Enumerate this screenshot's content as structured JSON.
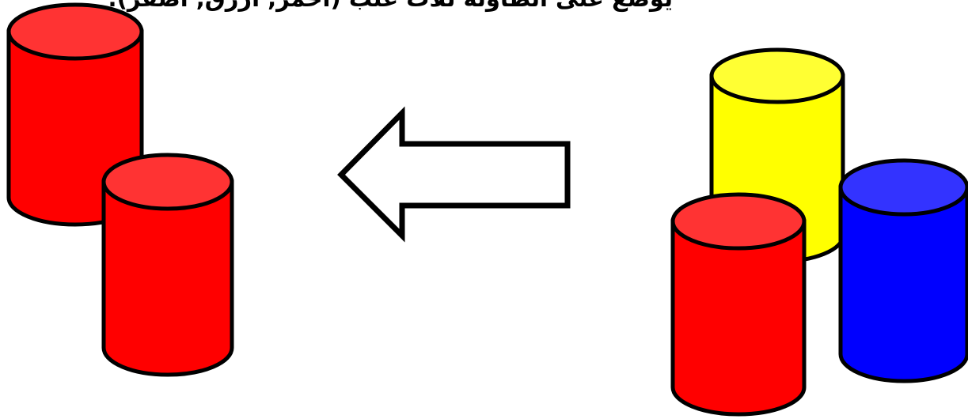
{
  "caption": "يوضع على الطاولة ثلاث علب (أحمر, أزرق, أصفر).",
  "colors": {
    "red_body": "#ff0000",
    "red_top": "#ff3333",
    "yellow_body": "#ffff00",
    "yellow_top": "#ffff33",
    "blue_body": "#0000ff",
    "blue_top": "#3333ff",
    "outline": "#000000",
    "arrow_fill": "#ffffff"
  },
  "arrow": {
    "direction": "left"
  },
  "groups": {
    "left": {
      "cylinders": [
        {
          "color": "red",
          "icon": "red-cylinder-icon"
        },
        {
          "color": "red",
          "icon": "red-cylinder-icon"
        }
      ]
    },
    "right": {
      "cylinders": [
        {
          "color": "yellow",
          "icon": "yellow-cylinder-icon"
        },
        {
          "color": "blue",
          "icon": "blue-cylinder-icon"
        },
        {
          "color": "red",
          "icon": "red-cylinder-icon"
        }
      ]
    }
  }
}
